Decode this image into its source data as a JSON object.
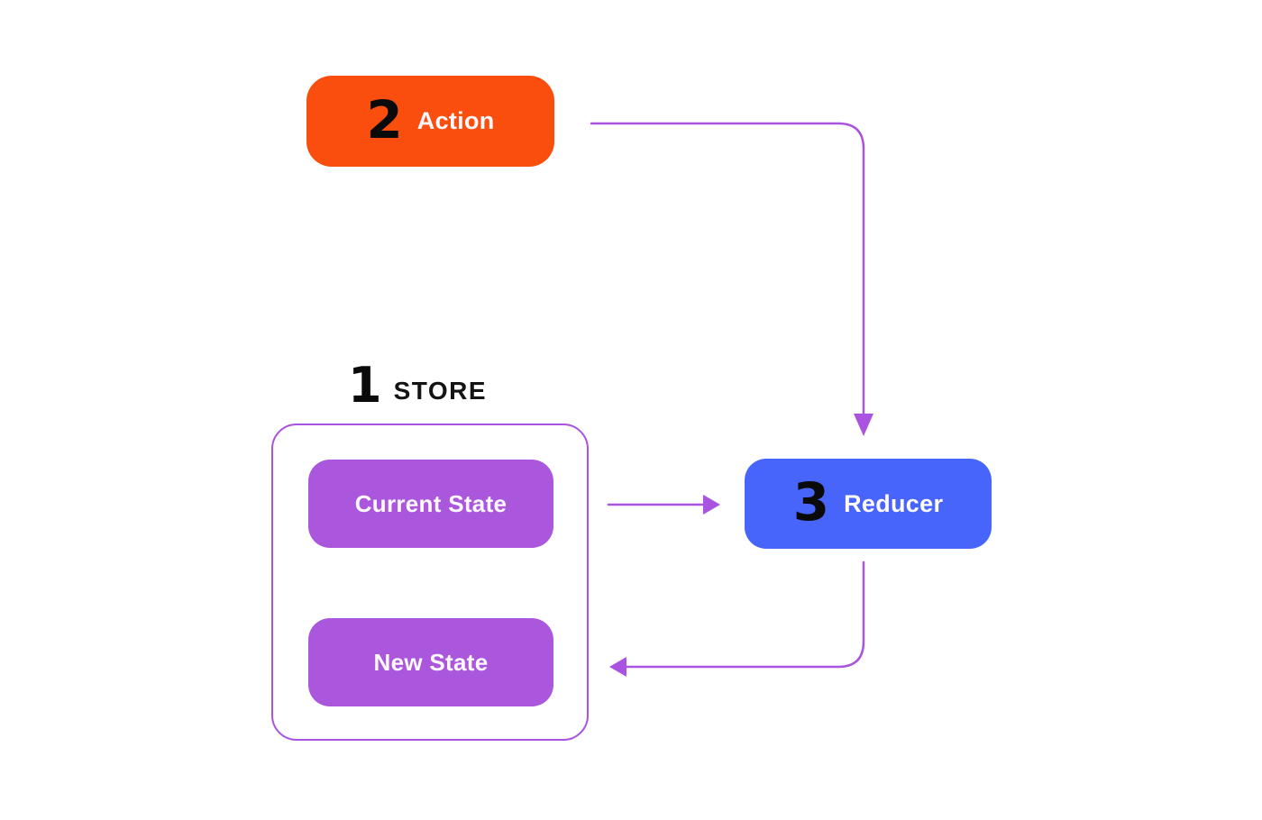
{
  "nodes": {
    "action": {
      "number": "2",
      "label": "Action"
    },
    "store": {
      "number": "1",
      "label": "STORE"
    },
    "current_state": {
      "label": "Current State"
    },
    "new_state": {
      "label": "New State"
    },
    "reducer": {
      "number": "3",
      "label": "Reducer"
    }
  },
  "arrows": [
    {
      "name": "action-to-reducer",
      "from": "Action",
      "to": "Reducer"
    },
    {
      "name": "current-state-to-reducer",
      "from": "Current State",
      "to": "Reducer"
    },
    {
      "name": "reducer-to-new-state",
      "from": "Reducer",
      "to": "New State"
    }
  ],
  "colors": {
    "orange": "#fa4e0e",
    "blue": "#4765fa",
    "purple_box": "#aa56dd",
    "purple_line": "#a953e0",
    "number_black": "#0a0a0a",
    "label_black": "#141414",
    "text_white": "#fdf9fd",
    "background": "#ffffff"
  }
}
